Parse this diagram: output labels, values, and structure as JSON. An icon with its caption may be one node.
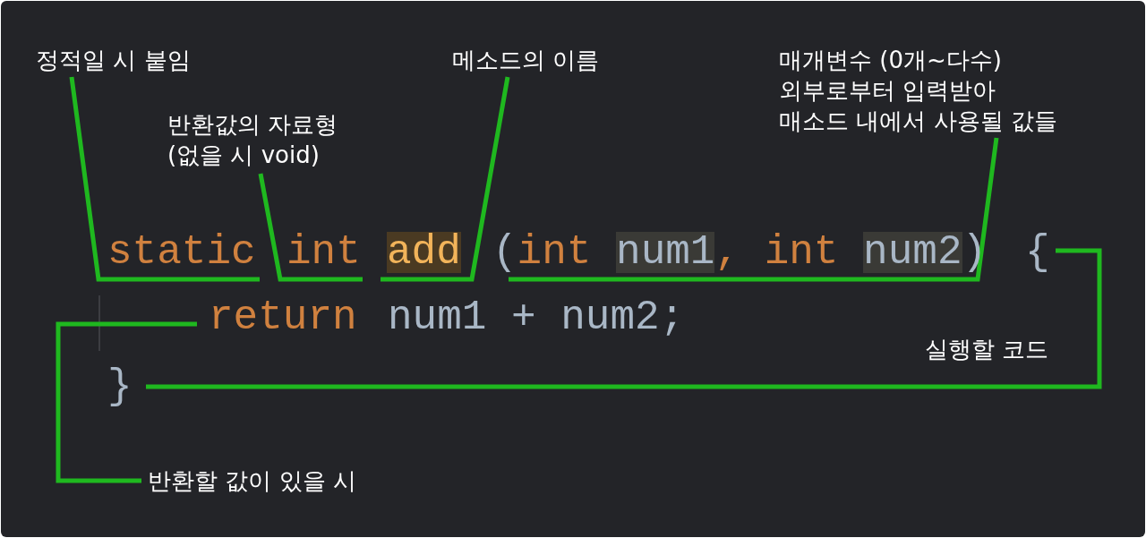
{
  "diagram": {
    "nodes": [
      {
        "text": [
          "정적일 시 붙임"
        ]
      },
      {
        "text": [
          "메소드의 이름"
        ]
      },
      {
        "text": [
          "매개변수 (0개~다수)",
          "외부로부터 입력받아",
          "매소드 내에서 사용될 값들"
        ]
      },
      {
        "text": [
          "반환값의 자료형 (없을 시 void)"
        ]
      },
      {
        "text": [
          "static"
        ]
      },
      {
        "text": [
          "int"
        ]
      },
      {
        "text": [
          "add"
        ]
      },
      {
        "text": [
          "(",
          "int",
          "num1",
          ",",
          "int",
          "num2",
          ")"
        ]
      },
      {
        "text": [
          "{"
        ]
      },
      {
        "text": [
          "return"
        ]
      },
      {
        "text": [
          "}"
        ]
      },
      {
        "text": [
          "반환할 값이 있을 시"
        ]
      }
    ],
    "edges": [
      {
        "from": 0,
        "to": 4,
        "arrow": "none"
      },
      {
        "from": 3,
        "to": 5,
        "arrow": "none"
      },
      {
        "from": 1,
        "to": 6,
        "arrow": "none"
      },
      {
        "from": 2,
        "to": 7,
        "arrow": "none"
      },
      {
        "from": 8,
        "to": 10,
        "arrow": "none",
        "label": "실행할 코드"
      },
      {
        "from": 11,
        "to": 9,
        "arrow": "none"
      }
    ],
    "labels": [
      "num1 + num2;"
    ]
  }
}
